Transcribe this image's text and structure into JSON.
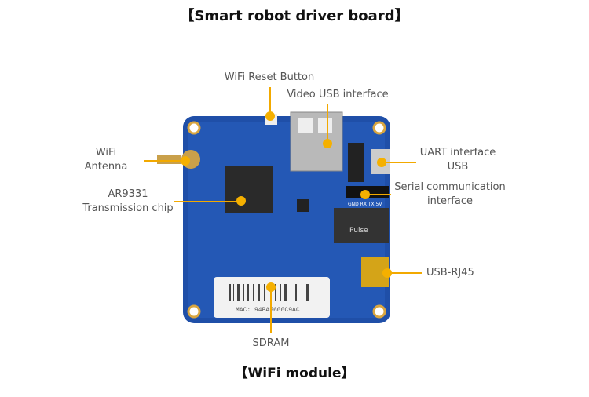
{
  "header": {
    "title": "【Smart robot driver board】"
  },
  "labels": {
    "wifi_reset": "WiFi Reset Button",
    "video_usb": "Video USB interface",
    "wifi_antenna_1": "WiFi",
    "wifi_antenna_2": "Antenna",
    "chip_1": "AR9331",
    "chip_2": "Transmission chip",
    "uart_1": "UART interface",
    "uart_2": "USB",
    "serial_1": "Serial communication",
    "serial_2": "interface",
    "usb_rj45": "USB-RJ45",
    "sdram": "SDRAM"
  },
  "board": {
    "mac_label": "MAC: 94BA5600C9AC",
    "header_pins": "GND RX TX 5V",
    "transformer_brand": "Pulse"
  },
  "footer": {
    "caption": "【WiFi module】"
  },
  "colors": {
    "accent": "#f5b000",
    "pcb": "#1f4fa8"
  }
}
